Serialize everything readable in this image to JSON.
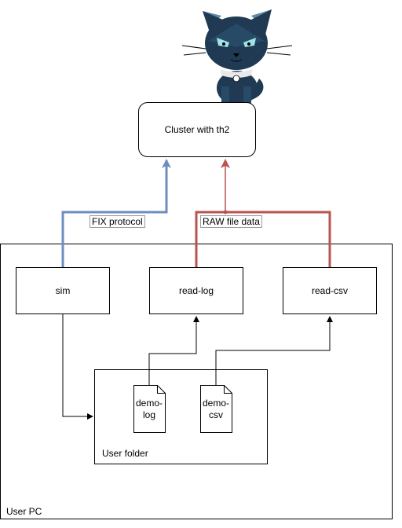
{
  "nodes": {
    "cluster": "Cluster with th2",
    "sim": "sim",
    "read_log": "read-log",
    "read_csv": "read-csv",
    "demo_log": "demo-\nlog",
    "demo_csv": "demo-\ncsv"
  },
  "containers": {
    "user_pc": "User PC",
    "user_folder": "User folder"
  },
  "edges": {
    "fix": "FIX protocol",
    "raw": "RAW file data"
  },
  "colors": {
    "fix_line": "#6c8ebf",
    "raw_line": "#b85450",
    "cat_fill": "#1f3a52",
    "cat_eyes": "#9fe3e6"
  },
  "icons": {
    "mascot": "cat-mascot-icon"
  }
}
